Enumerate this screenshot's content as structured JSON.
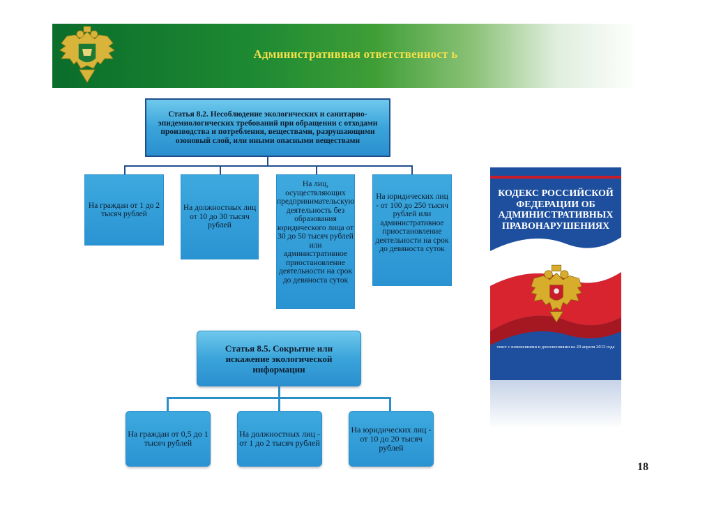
{
  "header": {
    "title": "Административная ответственност ь"
  },
  "article_82": {
    "title": "Статья 8.2. Несоблюдение экологических и санитарно-эпидемиологических требований при обращении с отходами производства и потребления, веществами, разрушающими озоновый слой, или иными опасными веществами",
    "penalties": [
      "На граждан от 1 до 2 тысяч рублей",
      "На должностных лиц от 10 до 30 тысяч рублей",
      "На лиц, осуществляющих предпринимательскую деятельность без образования юридического лица от 30 до 50 тысяч рублей или административное приостановление деятельности на срок до девяноста суток",
      "На юридических лиц - от 100 до 250 тысяч рублей или административное приостановление деятельности на срок до девяноста суток"
    ]
  },
  "article_85": {
    "title": "Статья 8.5. Сокрытие или искажение экологической информации",
    "penalties": [
      "На граждан от 0,5 до 1 тысяч рублей",
      "На должностных лиц - от 1 до 2 тысяч рублей",
      "На юридических лиц - от 10 до 20 тысяч рублей"
    ]
  },
  "book": {
    "title": "КОДЕКС РОССИЙСКОЙ ФЕДЕРАЦИИ ОБ АДМИНИСТРАТИВНЫХ ПРАВОНАРУШЕНИЯХ",
    "subtitle": "текст с изменениями и дополнениями на 20 апреля 2013 года"
  },
  "page_number": "18",
  "colors": {
    "banner_green": "#1e8a33",
    "title_yellow": "#f3e04a",
    "box_blue": "#2a94d3",
    "border_navy": "#1f4e8c",
    "book_blue": "#1d4f9e"
  },
  "icons": [
    "rosprirodnadzor-emblem-icon",
    "russian-eagle-icon"
  ]
}
